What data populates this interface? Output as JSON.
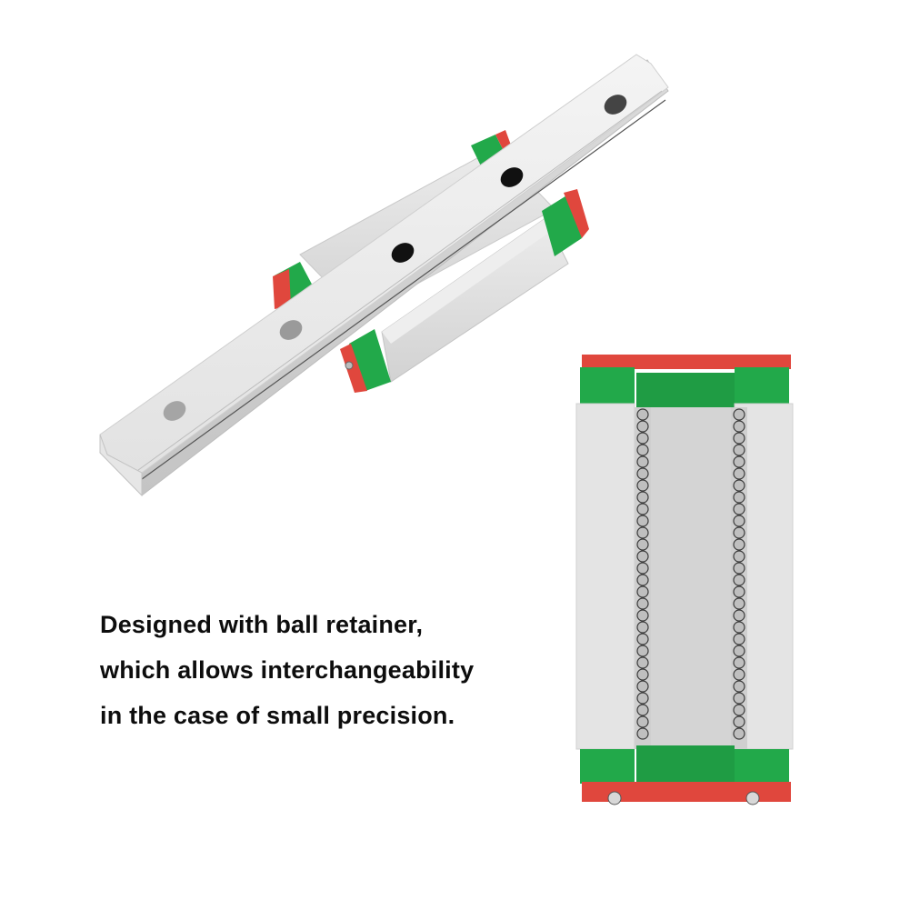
{
  "caption": {
    "lines": [
      "Designed with ball retainer,",
      "which allows interchangeability",
      "in the case of small precision."
    ]
  },
  "images": {
    "assembly": {
      "label": "linear-guide-rail-with-two-carriage-blocks"
    },
    "block_underside": {
      "label": "carriage-block-underside-ball-retainer"
    }
  },
  "colors": {
    "background": "#ffffff",
    "steel_light": "#eeeeee",
    "steel_mid": "#d6d6d6",
    "steel_dark": "#a9a9a9",
    "seal_green": "#22a94a",
    "seal_red": "#e0473d",
    "text": "#0d0d0d"
  }
}
